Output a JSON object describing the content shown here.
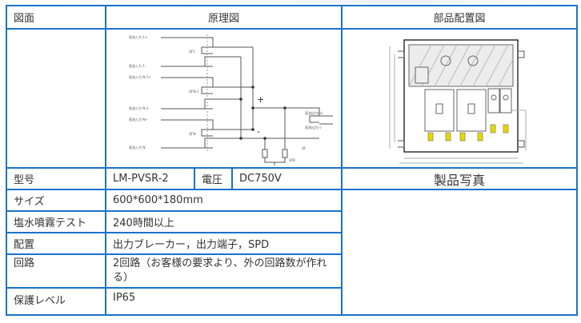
{
  "header": {
    "col1": "図面",
    "col2": "原理図",
    "col3": "部品配置図"
  },
  "schematic": {
    "inputs": [
      "直流入力 1+",
      "直流入力 1-",
      "直流入力 N-1+",
      "直流入力 N-1-",
      "直流入力 N+",
      "直流入力 N-"
    ],
    "breakers": [
      "QF1",
      "QFN-1",
      "QFN",
      "QF"
    ],
    "plus": "+",
    "minus": "-",
    "outputs": [
      "直流出力(+)",
      "直流出力(-)"
    ],
    "spd": "SPD"
  },
  "rows": [
    {
      "label": "型号",
      "value": "LM-PVSR-2",
      "sub_label": "電圧",
      "sub_value": "DC750V"
    },
    {
      "label": "サイズ",
      "value": "600*600*180mm"
    },
    {
      "label": "塩水噴霧テスト",
      "value": "240時間以上"
    },
    {
      "label": "配置",
      "value": "出力ブレーカー，出力端子，SPD"
    },
    {
      "label": "回路",
      "value": "2回路（お客様の要求より、外の回路数が作れる）"
    },
    {
      "label": "保護レベル",
      "value": "IP65"
    }
  ],
  "photo_header": "製品写真",
  "colors": {
    "border": "#1a73c9",
    "text": "#333333"
  }
}
